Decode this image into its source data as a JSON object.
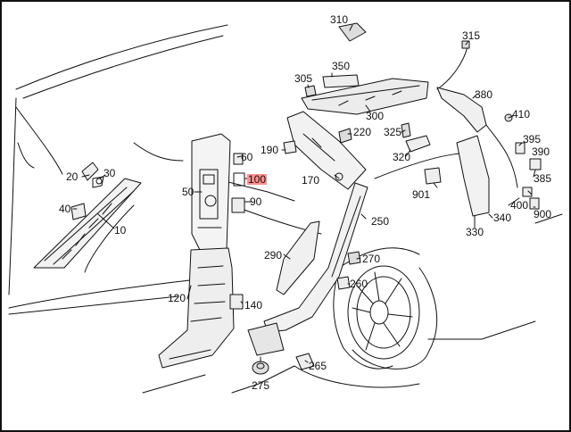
{
  "diagram": {
    "highlight_color": "#ff8f8f",
    "line_color": "#111111",
    "labels": [
      {
        "id": "310",
        "text": "310"
      },
      {
        "id": "315",
        "text": "315"
      },
      {
        "id": "350",
        "text": "350"
      },
      {
        "id": "305",
        "text": "305"
      },
      {
        "id": "380",
        "text": "380"
      },
      {
        "id": "410",
        "text": "410"
      },
      {
        "id": "300",
        "text": "300"
      },
      {
        "id": "220",
        "text": "220"
      },
      {
        "id": "325",
        "text": "325"
      },
      {
        "id": "395",
        "text": "395"
      },
      {
        "id": "190",
        "text": "190"
      },
      {
        "id": "60",
        "text": "60"
      },
      {
        "id": "320",
        "text": "320"
      },
      {
        "id": "390",
        "text": "390"
      },
      {
        "id": "20",
        "text": "20"
      },
      {
        "id": "30",
        "text": "30"
      },
      {
        "id": "100",
        "text": "100",
        "highlight": true
      },
      {
        "id": "170",
        "text": "170"
      },
      {
        "id": "50",
        "text": "50"
      },
      {
        "id": "90",
        "text": "90"
      },
      {
        "id": "901",
        "text": "901"
      },
      {
        "id": "385",
        "text": "385"
      },
      {
        "id": "400",
        "text": "400"
      },
      {
        "id": "40",
        "text": "40"
      },
      {
        "id": "900",
        "text": "900"
      },
      {
        "id": "340",
        "text": "340"
      },
      {
        "id": "250",
        "text": "250"
      },
      {
        "id": "10",
        "text": "10"
      },
      {
        "id": "330",
        "text": "330"
      },
      {
        "id": "290",
        "text": "290"
      },
      {
        "id": "270",
        "text": "270"
      },
      {
        "id": "260",
        "text": "260"
      },
      {
        "id": "120",
        "text": "120"
      },
      {
        "id": "140",
        "text": "140"
      },
      {
        "id": "265",
        "text": "265"
      },
      {
        "id": "275",
        "text": "275"
      }
    ]
  }
}
